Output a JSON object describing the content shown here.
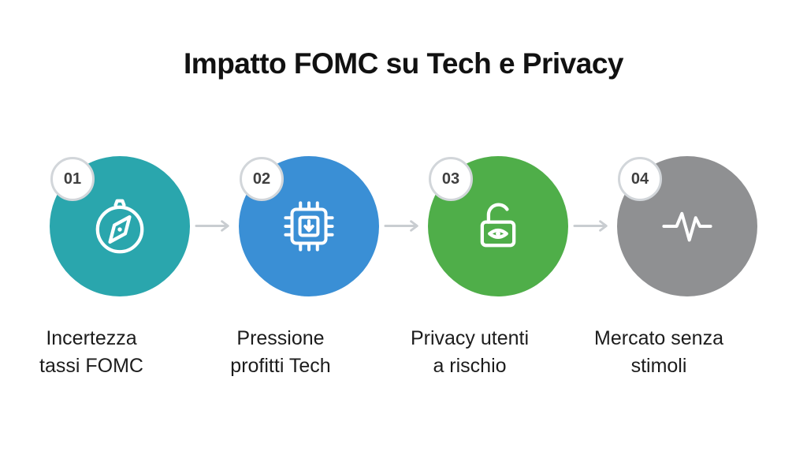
{
  "title": "Impatto FOMC su Tech e Privacy",
  "steps": [
    {
      "number": "01",
      "label_line1": "Incertezza",
      "label_line2": "tassi FOMC",
      "color": "#2aa6ad",
      "icon": "compass-icon"
    },
    {
      "number": "02",
      "label_line1": "Pressione",
      "label_line2": "profitti Tech",
      "color": "#3a8fd5",
      "icon": "cpu-down-icon"
    },
    {
      "number": "03",
      "label_line1": "Privacy utenti",
      "label_line2": "a rischio",
      "color": "#4fae49",
      "icon": "unlocked-eye-icon"
    },
    {
      "number": "04",
      "label_line1": "Mercato senza",
      "label_line2": "stimoli",
      "color": "#8f9092",
      "icon": "pulse-icon"
    }
  ],
  "colors": {
    "background": "#ffffff",
    "title_text": "#111111",
    "label_text": "#1c1c1c",
    "arrow": "#c9cdd1",
    "badge_border": "#d2d6da",
    "badge_text": "#3f3f3f",
    "icon_stroke": "#ffffff"
  }
}
